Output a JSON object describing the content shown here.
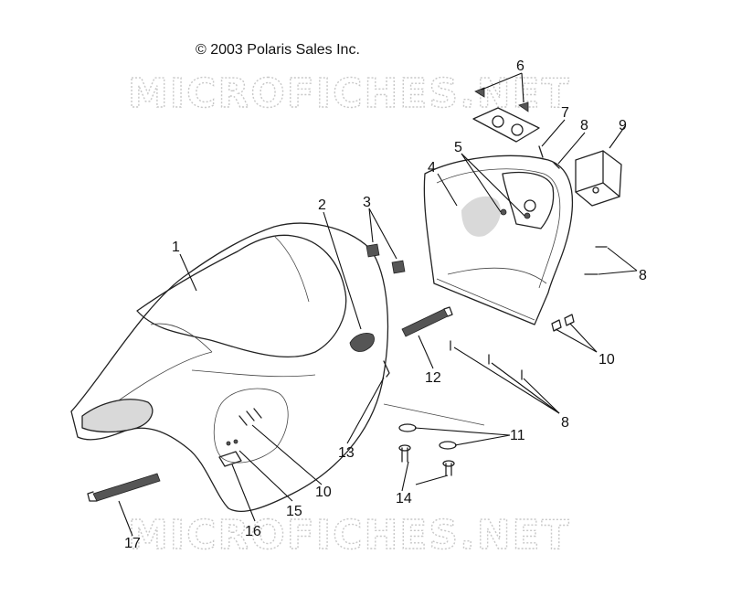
{
  "copyright": "© 2003 Polaris Sales Inc.",
  "watermark": "MICROFICHES.NET",
  "callouts": [
    "1",
    "2",
    "3",
    "4",
    "5",
    "6",
    "7",
    "8",
    "9",
    "8",
    "10",
    "8",
    "11",
    "12",
    "13",
    "14",
    "15",
    "10",
    "16",
    "17"
  ]
}
